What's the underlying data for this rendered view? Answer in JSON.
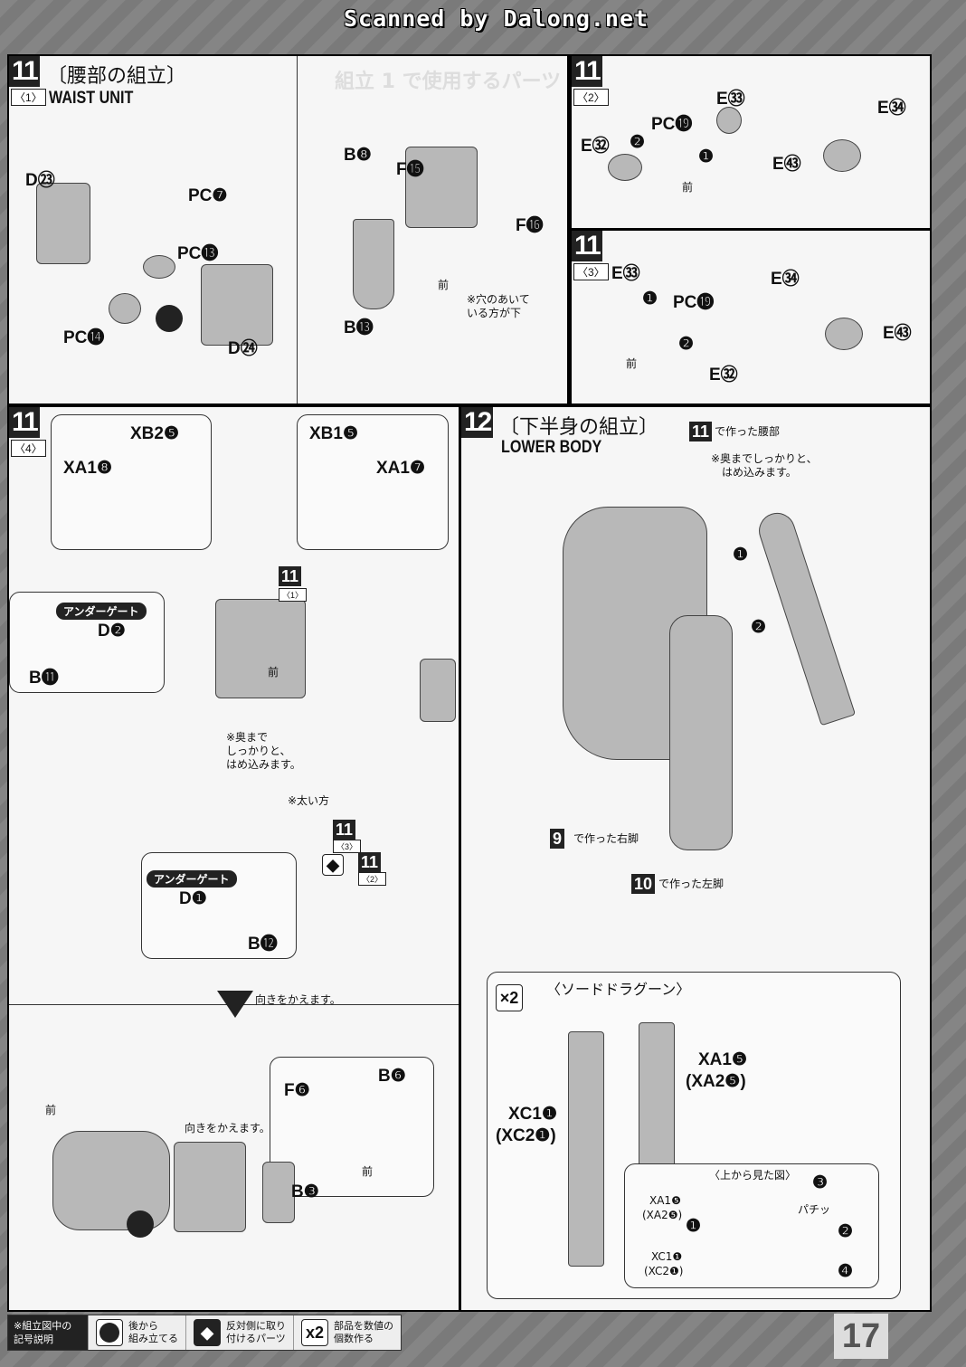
{
  "watermark": "Scanned by Dalong.net",
  "page_number": "17",
  "s11_1": {
    "num": "11",
    "sub": "〈1〉",
    "title_jp": "〔腰部の組立〕",
    "title_en": "WAIST UNIT",
    "ghost": "組立 1 で使用するパーツ",
    "labels": [
      "D㉓",
      "PC❼",
      "PC⓭",
      "PC⓮",
      "D㉔",
      "B❽",
      "F⓯",
      "F⓰",
      "B⓭"
    ],
    "front": "前",
    "note": "※穴のあいて\nいる方が下"
  },
  "s11_2": {
    "num": "11",
    "sub": "〈2〉",
    "labels": [
      "E㉜",
      "PC⓳",
      "E㉝",
      "E㉞",
      "E㊸"
    ],
    "steps": [
      "❷",
      "❶"
    ],
    "front": "前"
  },
  "s11_3": {
    "num": "11",
    "sub": "〈3〉",
    "labels": [
      "E㉝",
      "PC⓳",
      "E㉜",
      "E㉞",
      "E㊸"
    ],
    "steps": [
      "❶",
      "❷"
    ],
    "front": "前"
  },
  "s11_4": {
    "num": "11",
    "sub": "〈4〉",
    "labels": [
      "XB2❺",
      "XA1❽",
      "XB1❺",
      "XA1❼",
      "D❷",
      "B⓫",
      "D❶",
      "B⓬",
      "F❻",
      "B❻",
      "B❸"
    ],
    "undergate": "アンダーゲート",
    "front": "前",
    "note1": "※奥まで\nしっかりと、\nはめ込みます。",
    "note2": "※太い方",
    "ref1": "11",
    "ref1_sub": "〈1〉",
    "ref2": "11",
    "ref2_sub": "〈3〉",
    "ref3": "11",
    "ref3_sub": "〈2〉",
    "turn": "向きをかえます。",
    "turn2": "向きをかえます。"
  },
  "s12": {
    "num": "12",
    "title_jp": "〔下半身の組立〕",
    "title_en": "LOWER BODY",
    "ref_waist": "11",
    "waist_text": "で作った腰部",
    "note": "※奥までしっかりと、\n　はめ込みます。",
    "ref_right": "9",
    "right_text": "で作った右脚",
    "ref_left": "10",
    "left_text": "で作った左脚",
    "steps": [
      "❶",
      "❷"
    ],
    "sword": {
      "x2": "×2",
      "title": "〈ソードドラグーン〉",
      "labels": [
        "XA1❺",
        "(XA2❺)",
        "XC1❶",
        "(XC2❶)"
      ],
      "topview": "〈上から見た図〉",
      "tv_labels": [
        "XA1❺",
        "(XA2❺)",
        "XC1❶",
        "(XC2❶)"
      ],
      "tv_steps": [
        "❶",
        "❷",
        "❸",
        "❹"
      ],
      "click": "パチッ"
    }
  },
  "legend": {
    "caption": "※組立図中の\n記号説明",
    "items": [
      {
        "icon": "circle-assemble-later-icon",
        "text": "後から\n組み立てる"
      },
      {
        "icon": "mirror-parts-icon",
        "text": "反対側に取り\n付けるパーツ"
      },
      {
        "icon": "x2",
        "text": "部品を数値の\n個数作る"
      }
    ]
  }
}
